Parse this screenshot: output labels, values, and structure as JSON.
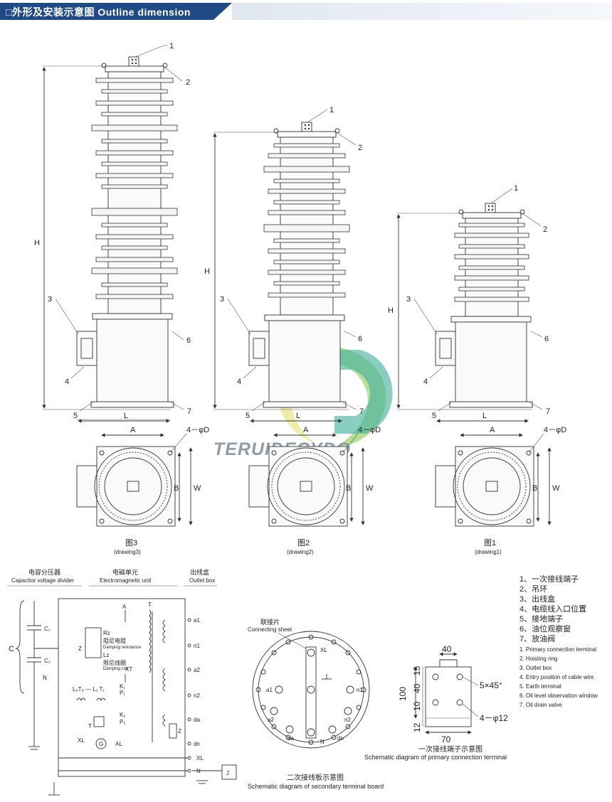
{
  "header": {
    "title": "□外形及安装示意图 Outline dimension"
  },
  "watermark": {
    "text": "TERUIDECYDQ"
  },
  "drawings": [
    {
      "id": "drawing3",
      "cn": "图3",
      "en": "(drawing3)"
    },
    {
      "id": "drawing2",
      "cn": "图2",
      "en": "(drawing2)"
    },
    {
      "id": "drawing1",
      "cn": "图1",
      "en": "(drawing1)"
    }
  ],
  "dim_labels": {
    "H": "H",
    "L": "L",
    "A": "A",
    "B": "B",
    "W": "W",
    "holes": "4－φD"
  },
  "part_numbers": [
    "1",
    "2",
    "3",
    "4",
    "5",
    "6",
    "7"
  ],
  "circuit": {
    "cvd_cn": "电容分压器",
    "cvd_en": "Capacitor voltage divider",
    "emu_cn": "电磁单元",
    "emu_en": "Electromagnetic unit",
    "box_cn": "出线盒",
    "box_en": "Outlet box",
    "C": "C",
    "C1": "C₁",
    "C2": "C₂",
    "N": "N",
    "A": "A",
    "T": "T",
    "XT": "XT",
    "Rz": "Rz",
    "Rz_cn": "阻尼电阻",
    "Rz_en": "Damping resistance",
    "Lz": "Lz",
    "Lz_cn": "限尼线圈",
    "Lz_en": "Damping coil",
    "Z": "Z",
    "K1": "K₁",
    "P1": "P₁",
    "K6": "K₆",
    "P6": "P₆",
    "LT": "L₆T₆ — L₁ T₁",
    "Tsmall": "T",
    "XL": "XL",
    "G": "G",
    "AL": "AL",
    "terminals": [
      "a1",
      "n1",
      "a2",
      "n2",
      "da",
      "dn",
      "XL",
      "N"
    ],
    "J": "J",
    "Zright": "Z"
  },
  "terminal_board": {
    "sheet_cn": "联接片",
    "sheet_en": "Connecting sheet",
    "labels": [
      "XL",
      "a1",
      "n1",
      "a2",
      "n2",
      "da",
      "dn",
      "N"
    ],
    "cap_cn": "二次接线板示意图",
    "cap_en": "Schematic diagram of secondary terminal board"
  },
  "primary_terminal": {
    "d40top": "40",
    "d15": "15",
    "d100": "100",
    "d40": "40",
    "d10": "10",
    "d12": "12",
    "d70": "70",
    "chamfer": "5×45°",
    "holes": "4－φ12",
    "cap_cn": "一次接线端子示意图",
    "cap_en": "Schematic diagram of primary connection terminal"
  },
  "legend": {
    "cn": [
      "1、一次接线端子",
      "2、吊环",
      "3、出线盒",
      "4、电缆线入口位置",
      "5、接地端子",
      "6、油位观察窗",
      "7、放油阀"
    ],
    "en": [
      "1. Primary connection terminal",
      "2. Hoisting ring",
      "3. Outlet box",
      "4. Entry position of cable wire",
      "5. Earth terminal",
      "6. Oil level observation window",
      "7. Oil drain valve"
    ]
  }
}
